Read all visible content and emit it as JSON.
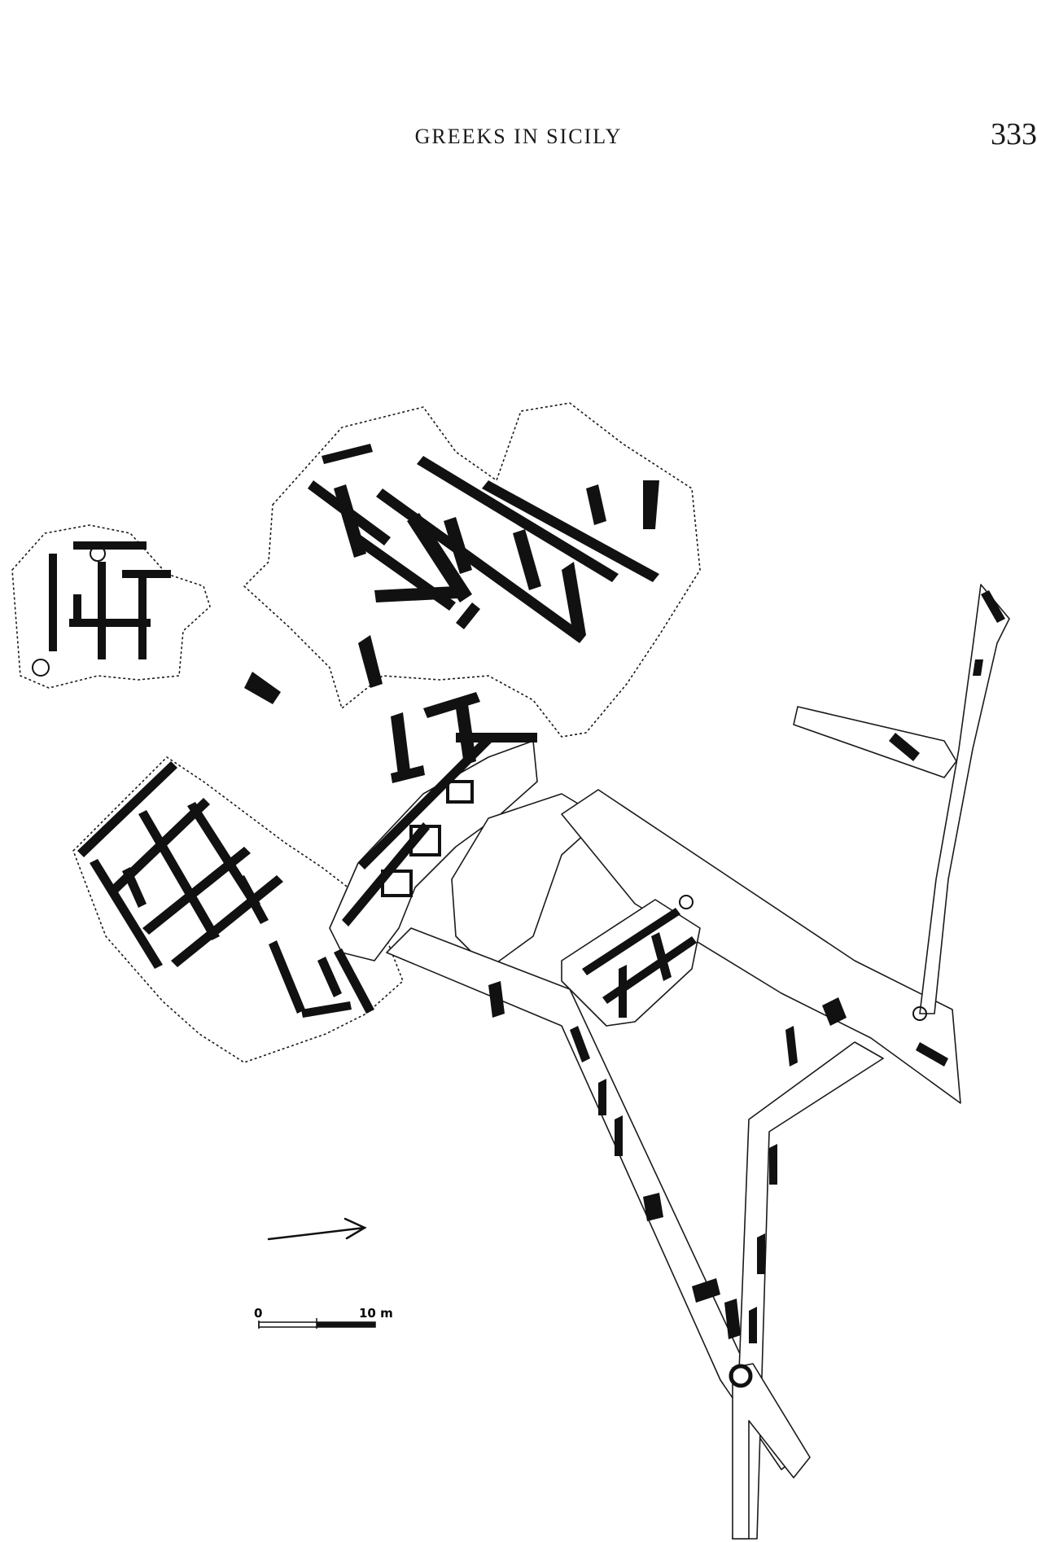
{
  "header": {
    "running_title": "GREEKS IN SICILY",
    "page_number": "333"
  },
  "figure": {
    "scale_bar": {
      "start_label": "0",
      "end_label": "10 m"
    },
    "north_arrow": "arrow-icon"
  }
}
